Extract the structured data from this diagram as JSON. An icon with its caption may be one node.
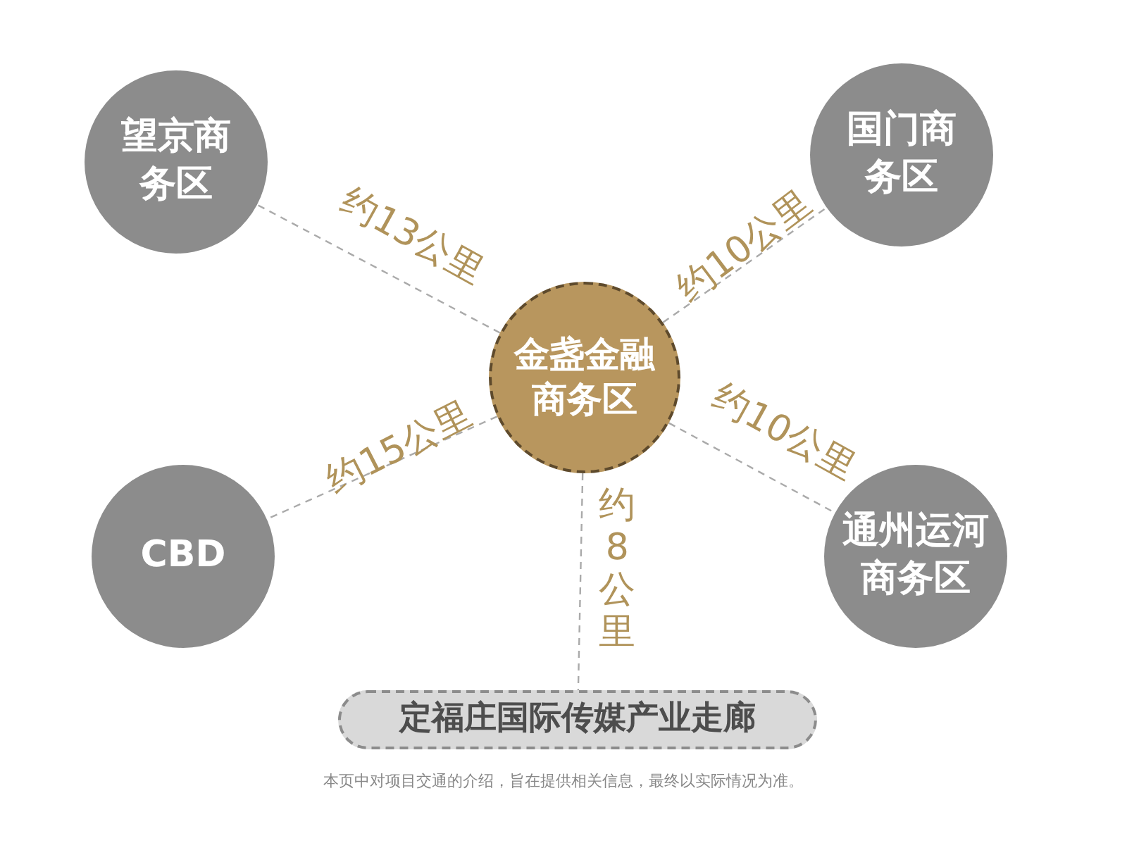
{
  "diagram": {
    "nodes": [
      {
        "text": [
          "金盏金融商务区"
        ]
      },
      {
        "text": [
          "望京商务区"
        ]
      },
      {
        "text": [
          "国门商务区"
        ]
      },
      {
        "text": [
          "CBD"
        ]
      },
      {
        "text": [
          "通州运河商务区"
        ]
      },
      {
        "text": [
          "定福庄国际传媒产业走廊"
        ]
      }
    ],
    "edges": [
      {
        "from": 0,
        "to": 1,
        "arrow": "none",
        "label": "约13公里",
        "style": "dashed"
      },
      {
        "from": 0,
        "to": 2,
        "arrow": "none",
        "label": "约10公里",
        "style": "dashed"
      },
      {
        "from": 0,
        "to": 3,
        "arrow": "none",
        "label": "约15公里",
        "style": "dashed"
      },
      {
        "from": 0,
        "to": 4,
        "arrow": "none",
        "label": "约10公里",
        "style": "dashed"
      },
      {
        "from": 0,
        "to": 5,
        "arrow": "none",
        "label": "约8公里",
        "style": "dashed"
      }
    ],
    "labels": [
      "本页中对项目交通的介绍，旨在提供相关信息，最终以实际情况为准。"
    ]
  }
}
